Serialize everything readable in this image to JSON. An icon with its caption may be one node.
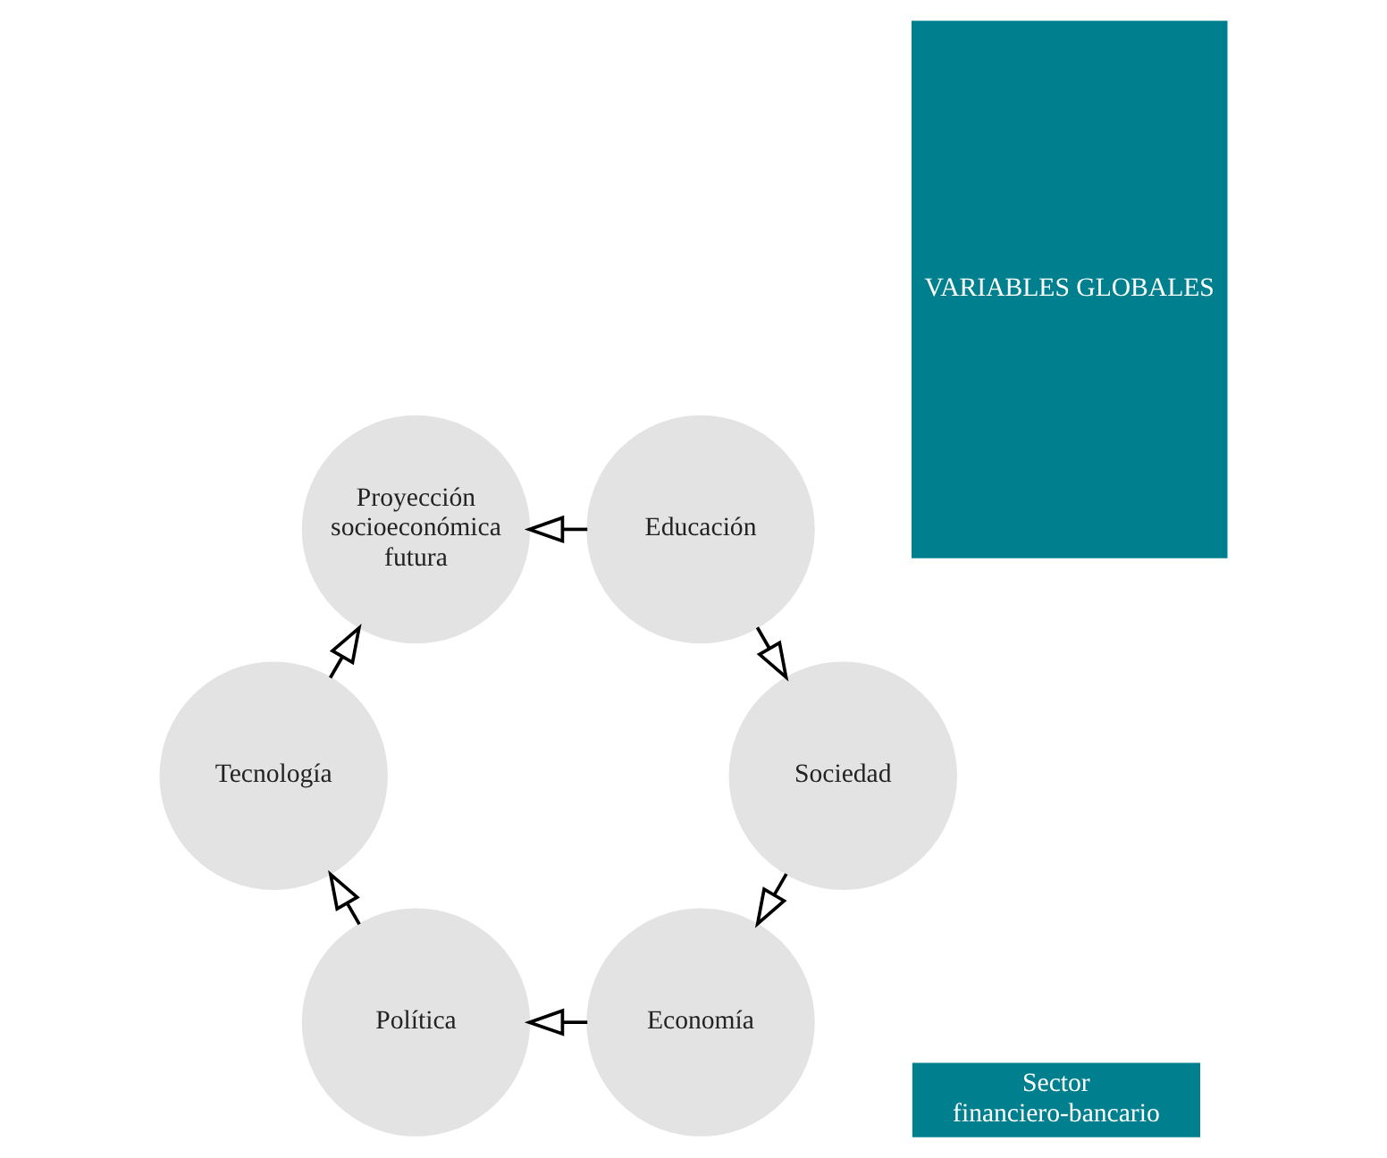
{
  "diagram": {
    "nodes": [
      {
        "text": [
          "VARIABLES GLOBALES"
        ]
      },
      {
        "text": [
          "Economía"
        ]
      },
      {
        "text": [
          "Política"
        ]
      },
      {
        "text": [
          "Tecnología"
        ]
      },
      {
        "text": [
          "Proyección socioeconómica futura"
        ]
      },
      {
        "text": [
          "Educación"
        ]
      },
      {
        "text": [
          "Sociedad"
        ]
      },
      {
        "text": [
          "Sector financiero-bancario"
        ]
      }
    ],
    "edges": [
      {
        "from": 6,
        "to": 1,
        "arrow": "to"
      },
      {
        "from": 1,
        "to": 2,
        "arrow": "to"
      },
      {
        "from": 2,
        "to": 3,
        "arrow": "to"
      },
      {
        "from": 3,
        "to": 4,
        "arrow": "to"
      },
      {
        "from": 5,
        "to": 4,
        "arrow": "to"
      },
      {
        "from": 5,
        "to": 6,
        "arrow": "to"
      }
    ]
  }
}
